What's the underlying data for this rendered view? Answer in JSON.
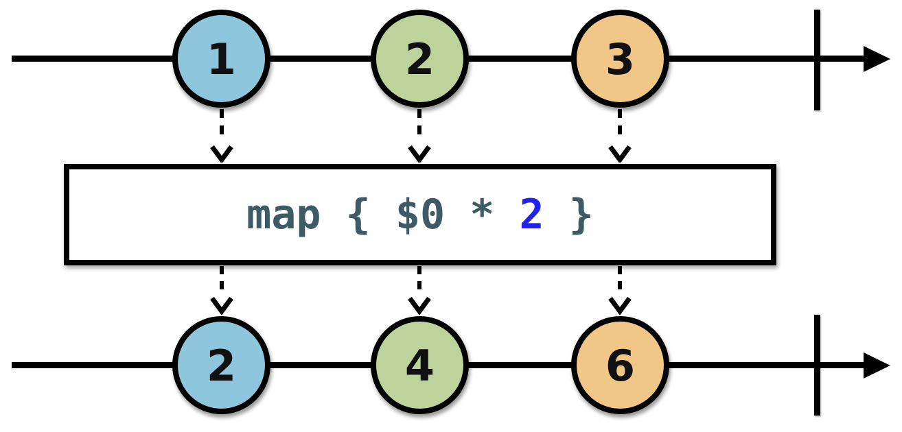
{
  "figure": {
    "type": "marble-diagram",
    "colors": {
      "stroke": "#000000",
      "background": "#ffffff",
      "event_blue": "#8EC7DD",
      "event_green": "#BED39C",
      "event_orange": "#F0C787",
      "operator_text": "#3E5A64",
      "operator_argument": "#2222EE"
    },
    "operator": {
      "code_full": "map { $0 * 2 }",
      "code_prefix": "map { $0 * ",
      "code_argument": "2",
      "code_suffix": " }"
    },
    "input_stream": {
      "events": [
        {
          "value": "1",
          "color": "#8EC7DD"
        },
        {
          "value": "2",
          "color": "#BED39C"
        },
        {
          "value": "3",
          "color": "#F0C787"
        }
      ]
    },
    "output_stream": {
      "events": [
        {
          "value": "2",
          "color": "#8EC7DD"
        },
        {
          "value": "4",
          "color": "#BED39C"
        },
        {
          "value": "6",
          "color": "#F0C787"
        }
      ]
    }
  }
}
